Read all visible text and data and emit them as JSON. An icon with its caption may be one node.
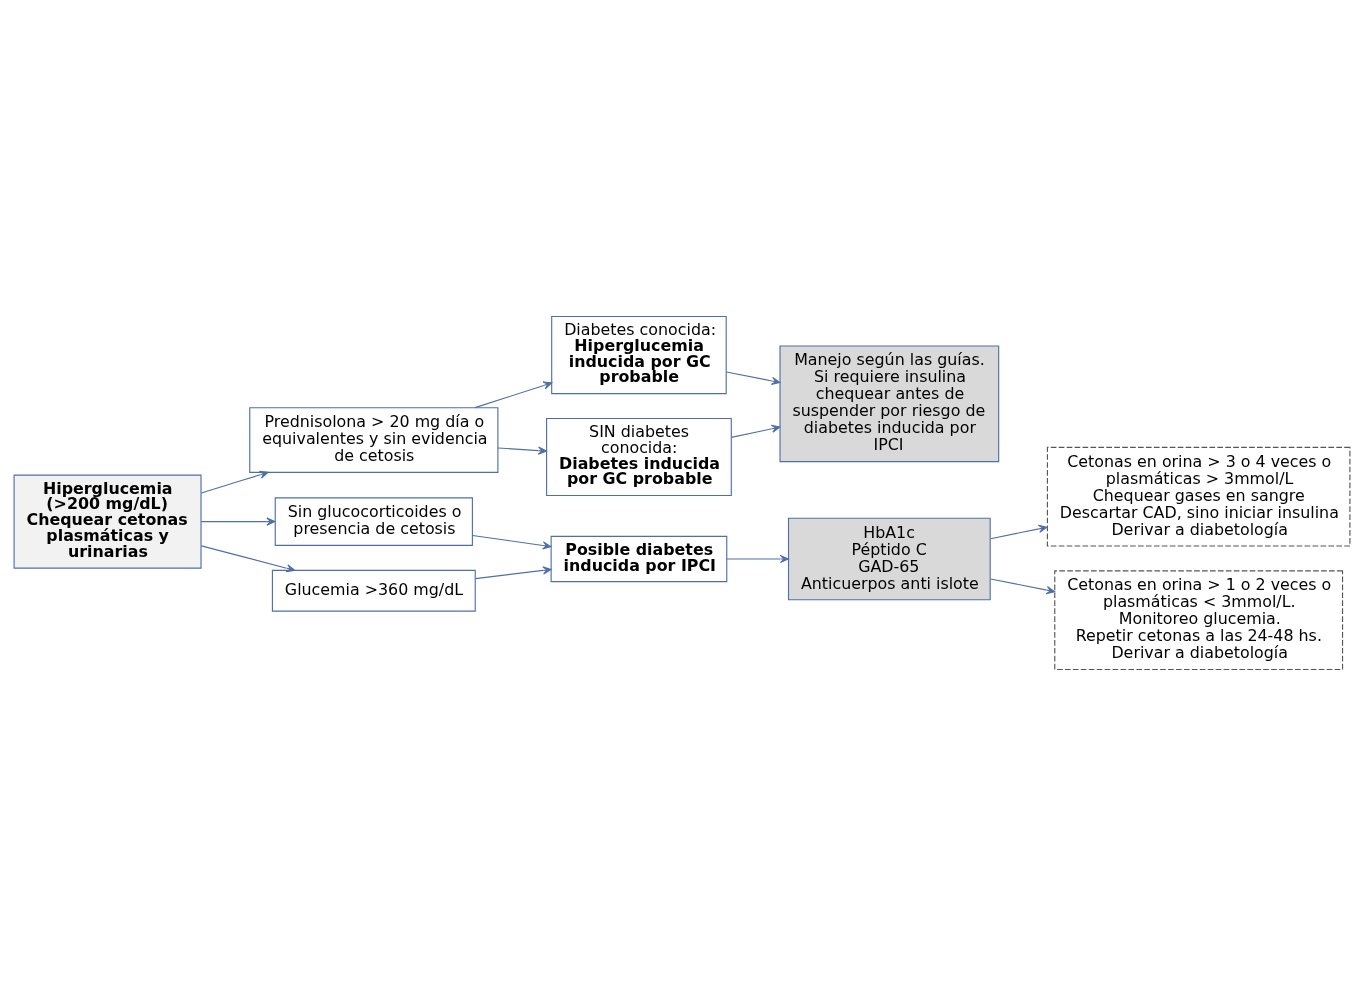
{
  "diagram": {
    "nodes": [
      {
        "text": [
          "Hiperglucemia (>200 mg/dL)",
          "Chequear cetonas plasmáticas y urinarias"
        ]
      },
      {
        "text": [
          "Prednisolona > 20 mg día o equivalentes y sin evidencia de cetosis"
        ]
      },
      {
        "text": [
          "Sin glucocorticoides o presencia de cetosis"
        ]
      },
      {
        "text": [
          "Glucemia >360 mg/dL"
        ]
      },
      {
        "text": [
          "Diabetes conocida:",
          "Hiperglucemia inducida por GC probable"
        ]
      },
      {
        "text": [
          "SIN diabetes conocida:",
          "Diabetes inducida por GC probable"
        ]
      },
      {
        "text": [
          "Posible diabetes inducida por IPCI"
        ]
      },
      {
        "text": [
          "Manejo según las guías.",
          "Si requiere insulina chequear antes de suspender por riesgo de diabetes inducida por IPCI"
        ]
      },
      {
        "text": [
          "HbA1c",
          "Péptido C",
          "GAD-65",
          "Anticuerpos anti islote"
        ]
      },
      {
        "text": [
          "Cetonas en orina > 3 o 4 veces o plasmáticas > 3mmol/L",
          "Chequear gases en sangre",
          "Descartar CAD, sino iniciar insulina",
          "Derivar a diabetología"
        ]
      },
      {
        "text": [
          "Cetonas en orina > 1 o 2 veces o plasmáticas < 3mmol/L.",
          "Monitoreo glucemia.",
          "Repetir cetonas a las 24-48 hs.",
          "Derivar a diabetología"
        ]
      }
    ],
    "edges": [
      {
        "from": 0,
        "to": 1,
        "arrow": "to"
      },
      {
        "from": 0,
        "to": 2,
        "arrow": "to"
      },
      {
        "from": 0,
        "to": 3,
        "arrow": "to"
      },
      {
        "from": 1,
        "to": 4,
        "arrow": "to"
      },
      {
        "from": 1,
        "to": 5,
        "arrow": "to"
      },
      {
        "from": 4,
        "to": 7,
        "arrow": "to"
      },
      {
        "from": 5,
        "to": 7,
        "arrow": "to"
      },
      {
        "from": 2,
        "to": 6,
        "arrow": "to"
      },
      {
        "from": 3,
        "to": 6,
        "arrow": "to"
      },
      {
        "from": 6,
        "to": 8,
        "arrow": "to"
      },
      {
        "from": 8,
        "to": 9,
        "arrow": "to"
      },
      {
        "from": 8,
        "to": 10,
        "arrow": "to"
      }
    ]
  }
}
